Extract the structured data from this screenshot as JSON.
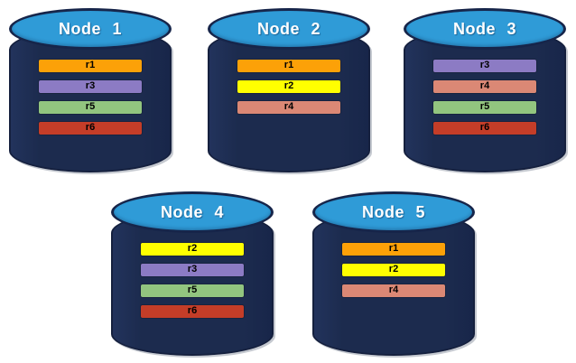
{
  "diagram": {
    "kind": "replica-placement-across-database-nodes"
  },
  "colors": {
    "cylinder_body": "#1C2B4E",
    "cylinder_outline": "#15203E",
    "lid_fill": "#2F9BD7",
    "lid_outline": "#16254A",
    "label_text": "#FFFFFF",
    "bar_text": "#000000",
    "replica": {
      "r1": "#FCA108",
      "r2": "#FFFF00",
      "r3": "#8C7BC4",
      "r4": "#DB8875",
      "r5": "#92C57F",
      "r6": "#C43D28"
    }
  },
  "nodes": [
    {
      "label": "Node 1",
      "replicas": [
        "r1",
        "r3",
        "r5",
        "r6"
      ]
    },
    {
      "label": "Node 2",
      "replicas": [
        "r1",
        "r2",
        "r4"
      ]
    },
    {
      "label": "Node 3",
      "replicas": [
        "r3",
        "r4",
        "r5",
        "r6"
      ]
    },
    {
      "label": "Node 4",
      "replicas": [
        "r2",
        "r3",
        "r5",
        "r6"
      ]
    },
    {
      "label": "Node 5",
      "replicas": [
        "r1",
        "r2",
        "r4"
      ]
    }
  ]
}
